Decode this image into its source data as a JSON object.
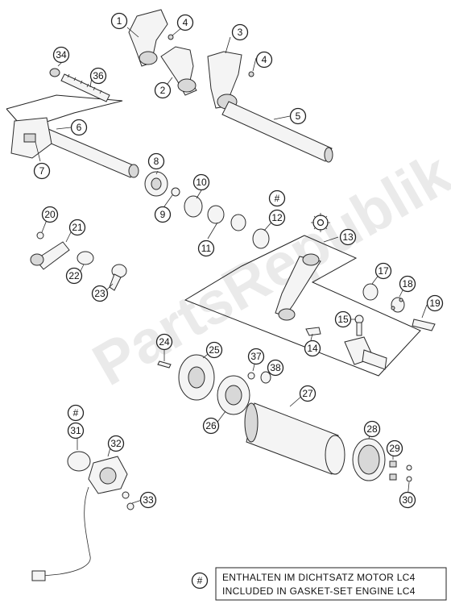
{
  "watermark": "PartsRepublik",
  "callouts": [
    {
      "id": "c1",
      "label": "1"
    },
    {
      "id": "c2",
      "label": "2"
    },
    {
      "id": "c3",
      "label": "3"
    },
    {
      "id": "c4a",
      "label": "4"
    },
    {
      "id": "c4b",
      "label": "4"
    },
    {
      "id": "c5",
      "label": "5"
    },
    {
      "id": "c6",
      "label": "6"
    },
    {
      "id": "c7",
      "label": "7"
    },
    {
      "id": "c8",
      "label": "8"
    },
    {
      "id": "c9",
      "label": "9"
    },
    {
      "id": "c10",
      "label": "10"
    },
    {
      "id": "c11",
      "label": "11"
    },
    {
      "id": "c12hash",
      "label": "#"
    },
    {
      "id": "c12",
      "label": "12"
    },
    {
      "id": "c13",
      "label": "13"
    },
    {
      "id": "c14",
      "label": "14"
    },
    {
      "id": "c15",
      "label": "15"
    },
    {
      "id": "c17",
      "label": "17"
    },
    {
      "id": "c18",
      "label": "18"
    },
    {
      "id": "c19",
      "label": "19"
    },
    {
      "id": "c20",
      "label": "20"
    },
    {
      "id": "c21",
      "label": "21"
    },
    {
      "id": "c22",
      "label": "22"
    },
    {
      "id": "c23",
      "label": "23"
    },
    {
      "id": "c24",
      "label": "24"
    },
    {
      "id": "c25",
      "label": "25"
    },
    {
      "id": "c26",
      "label": "26"
    },
    {
      "id": "c27",
      "label": "27"
    },
    {
      "id": "c28",
      "label": "28"
    },
    {
      "id": "c29",
      "label": "29"
    },
    {
      "id": "c30",
      "label": "30"
    },
    {
      "id": "c31hash",
      "label": "#"
    },
    {
      "id": "c31",
      "label": "31"
    },
    {
      "id": "c32",
      "label": "32"
    },
    {
      "id": "c33",
      "label": "33"
    },
    {
      "id": "c34",
      "label": "34"
    },
    {
      "id": "c36",
      "label": "36"
    },
    {
      "id": "c37",
      "label": "37"
    },
    {
      "id": "c38",
      "label": "38"
    }
  ],
  "legend": {
    "symbol": "#",
    "line1": "ENTHALTEN IM DICHTSATZ MOTOR LC4",
    "line2": "INCLUDED IN GASKET-SET ENGINE LC4"
  }
}
